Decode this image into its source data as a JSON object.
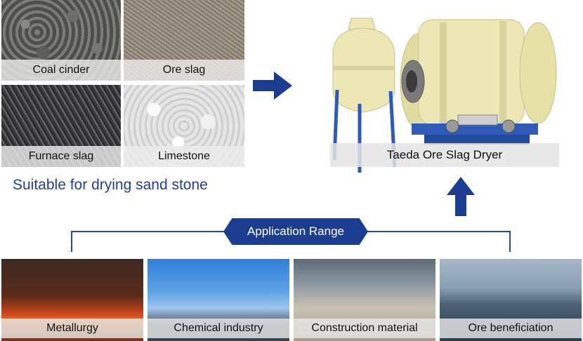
{
  "materials": [
    {
      "label": "Coal cinder"
    },
    {
      "label": "Ore slag"
    },
    {
      "label": "Furnace slag"
    },
    {
      "label": "Limestone"
    }
  ],
  "suitable_text": "Suitable for drying sand stone",
  "product_label": "Taeda Ore Slag Dryer",
  "application_range_title": "Application Range",
  "applications": [
    {
      "label": "Metallurgy"
    },
    {
      "label": "Chemical industry"
    },
    {
      "label": "Construction material"
    },
    {
      "label": "Ore beneficiation"
    }
  ],
  "colors": {
    "accent_blue": "#1c3d8f",
    "text_blue": "#1f3f98",
    "dryer_cream": "#ece7b4",
    "dryer_frame": "#2f5ab8"
  },
  "icons": [
    "arrow-right-icon",
    "arrow-up-icon"
  ]
}
